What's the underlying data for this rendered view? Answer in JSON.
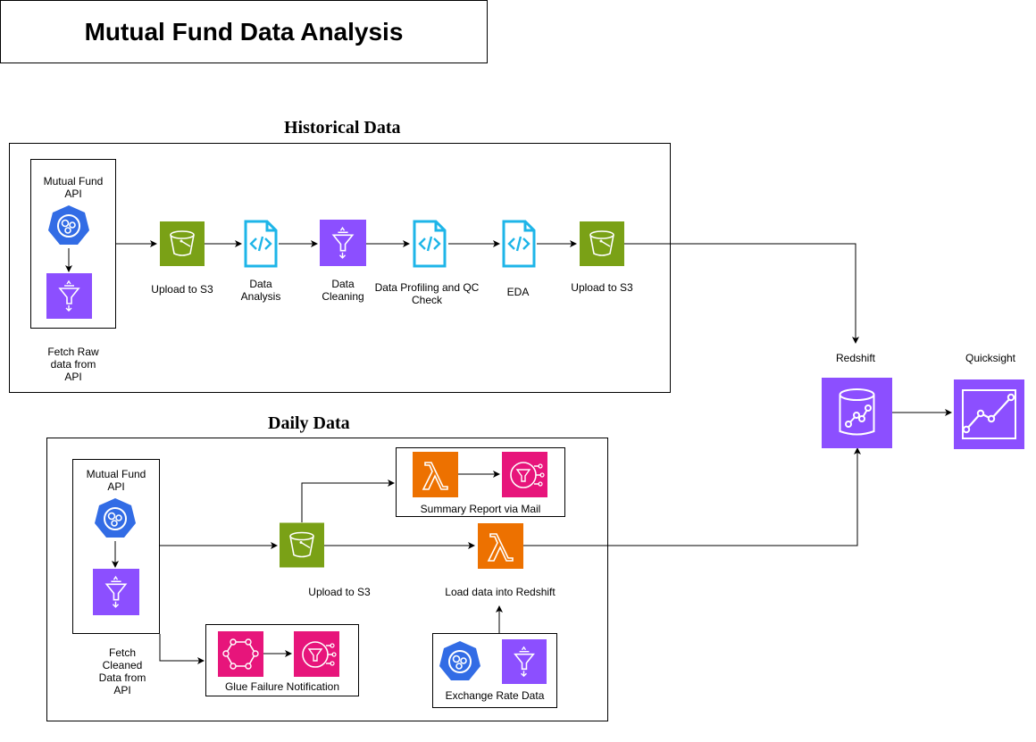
{
  "title": "Mutual Fund Data Analysis",
  "historical": {
    "title": "Historical Data",
    "api_label": "Mutual Fund\nAPI",
    "fetch_label": "Fetch Raw\ndata from\nAPI",
    "steps": {
      "upload1": "Upload to S3",
      "analysis": "Data\nAnalysis",
      "cleaning": "Data\nCleaning",
      "profiling": "Data Profiling and QC\nCheck",
      "eda": "EDA",
      "upload2": "Upload to S3"
    }
  },
  "daily": {
    "title": "Daily Data",
    "api_label": "Mutual Fund\nAPI",
    "fetch_label": "Fetch\nCleaned\nData from\nAPI",
    "upload_label": "Upload to S3",
    "summary_label": "Summary Report via Mail",
    "load_label": "Load data into Redshift",
    "glue_label": "Glue Failure Notification",
    "exchange_label": "Exchange Rate Data"
  },
  "redshift_label": "Redshift",
  "quicksight_label": "Quicksight",
  "colors": {
    "s3": "#7AA116",
    "purple": "#8C4FFF",
    "lambda": "#ED7100",
    "pink": "#E7157B",
    "k8s": "#326CE5",
    "doc": "#1EB5E8"
  }
}
